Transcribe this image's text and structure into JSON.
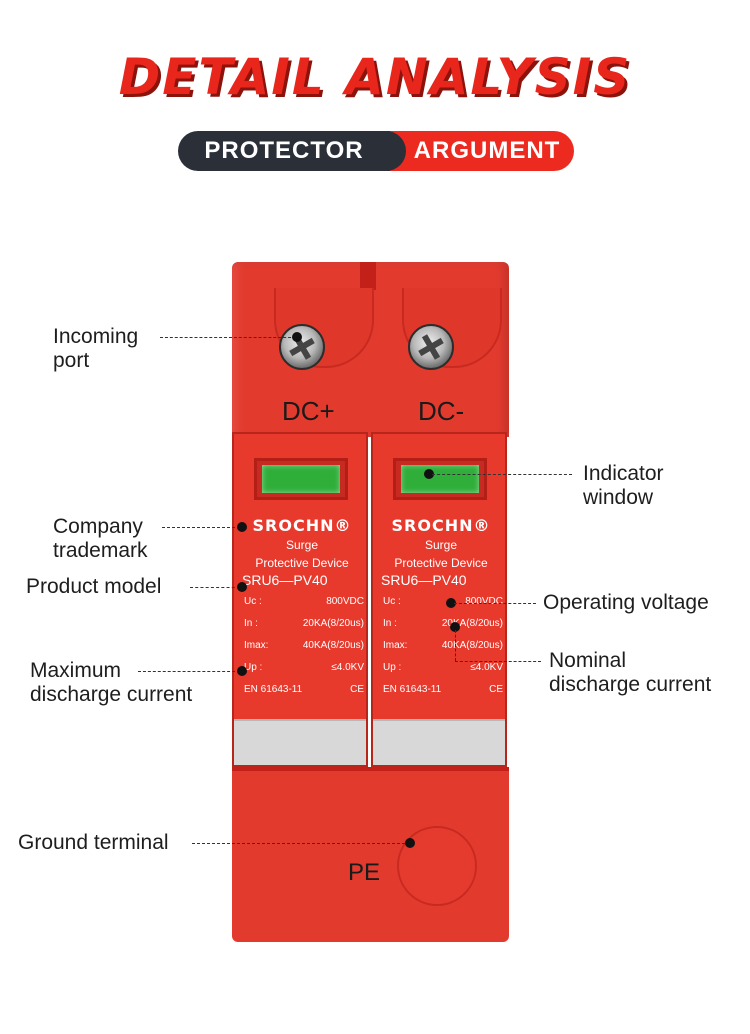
{
  "header": {
    "title": "DETAIL ANALYSIS",
    "tab_left": "PROTECTOR",
    "tab_right": "ARGUMENT"
  },
  "device": {
    "terminal_left": "DC+",
    "terminal_right": "DC-",
    "ground": "PE",
    "module": {
      "brand": "SROCHN®",
      "line1": "Surge",
      "line2": "Protective Device",
      "model": "SRU6—PV40",
      "specs": [
        {
          "k": "Uc  :",
          "v": "800VDC"
        },
        {
          "k": "In  :",
          "v": "20KA(8/20us)"
        },
        {
          "k": "Imax:",
          "v": "40KA(8/20us)"
        },
        {
          "k": "Up  :",
          "v": "≤4.0KV"
        }
      ],
      "standard": "EN 61643-11"
    }
  },
  "annotations": {
    "incoming_port": [
      "Incoming",
      "port"
    ],
    "company_trademark": [
      "Company",
      "trademark"
    ],
    "product_model": "Product model",
    "max_discharge": [
      "Maximum",
      "discharge current"
    ],
    "ground_terminal": "Ground terminal",
    "indicator_window": [
      "Indicator",
      "window"
    ],
    "operating_voltage": "Operating voltage",
    "nominal_discharge": [
      "Nominal",
      "discharge current"
    ]
  },
  "colors": {
    "accent_red": "#e8261c",
    "device_red": "#e33a2e",
    "indicator_green": "#2fae3a",
    "dark_pill": "#2a2f38"
  }
}
